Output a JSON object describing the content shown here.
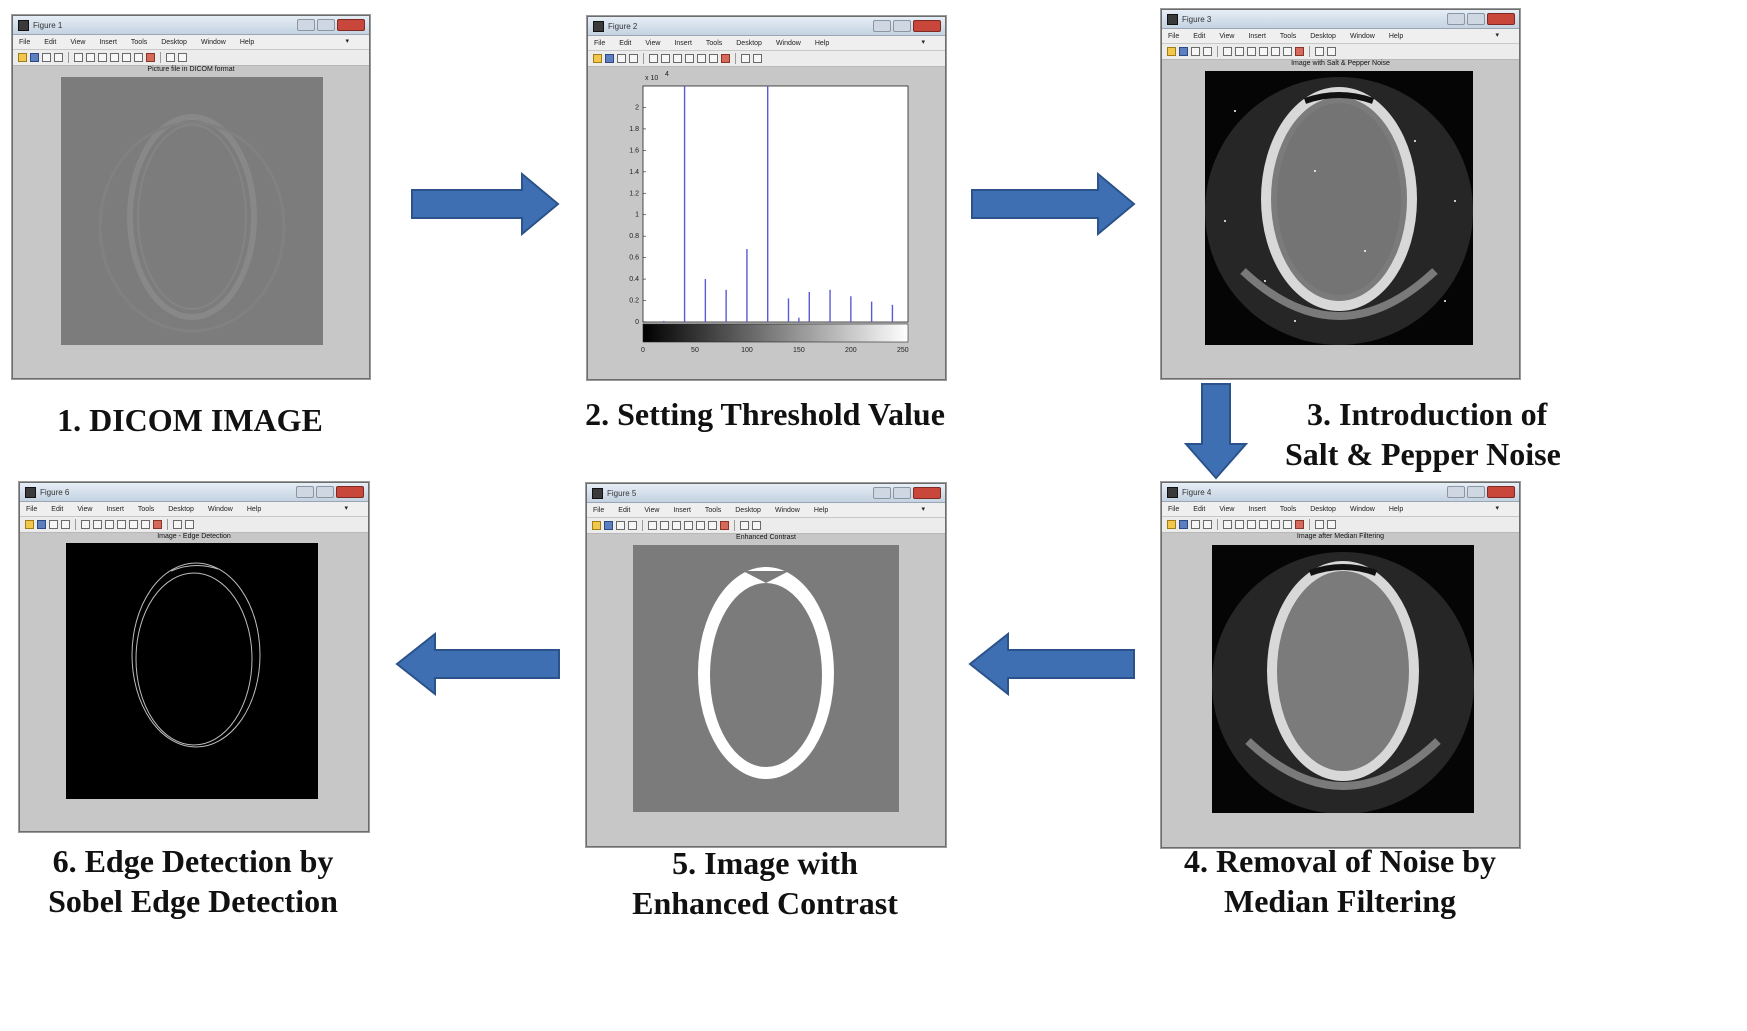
{
  "figures": [
    {
      "window_title": "Figure 1",
      "plot_title": "Picture file in DICOM format",
      "caption_lines": [
        "1. DICOM IMAGE"
      ]
    },
    {
      "window_title": "Figure 2",
      "plot_title": "",
      "caption_lines": [
        "2. Setting Threshold Value"
      ]
    },
    {
      "window_title": "Figure 3",
      "plot_title": "Image with Salt & Pepper Noise",
      "caption_lines": [
        "3. Introduction of",
        "Salt & Pepper Noise"
      ]
    },
    {
      "window_title": "Figure 4",
      "plot_title": "Image after Median Filtering",
      "caption_lines": [
        "4. Removal of Noise by",
        "Median Filtering"
      ]
    },
    {
      "window_title": "Figure 5",
      "plot_title": "Enhanced Contrast",
      "caption_lines": [
        "5. Image with",
        "Enhanced Contrast"
      ]
    },
    {
      "window_title": "Figure 6",
      "plot_title": "Image - Edge Detection",
      "caption_lines": [
        "6. Edge Detection by",
        "Sobel Edge Detection"
      ]
    }
  ],
  "menu_items": [
    "File",
    "Edit",
    "View",
    "Insert",
    "Tools",
    "Desktop",
    "Window",
    "Help"
  ],
  "arrow_color": "#3f6fb3",
  "icons": [
    "figure-icon",
    "new-icon",
    "open-icon",
    "save-icon",
    "print-icon",
    "pointer-icon",
    "zoom-in-icon",
    "zoom-out-icon",
    "pan-icon",
    "rotate-icon",
    "data-cursor-icon",
    "brush-icon",
    "colorbar-icon",
    "legend-icon"
  ],
  "chart_data": {
    "type": "bar",
    "title": "",
    "xlabel": "",
    "ylabel": "",
    "y_multiplier_label": "x 10",
    "y_multiplier_exponent": "4",
    "x_ticks": [
      0,
      50,
      100,
      150,
      200,
      250
    ],
    "y_ticks": [
      0,
      0.2,
      0.4,
      0.6,
      0.8,
      1,
      1.2,
      1.4,
      1.6,
      1.8,
      2
    ],
    "xlim": [
      0,
      255
    ],
    "ylim": [
      0,
      2.2
    ],
    "x": [
      20,
      40,
      60,
      80,
      100,
      120,
      140,
      150,
      160,
      180,
      200,
      220,
      240
    ],
    "values": [
      0.01,
      2.2,
      0.4,
      0.3,
      0.68,
      2.2,
      0.22,
      0.04,
      0.28,
      0.3,
      0.24,
      0.19,
      0.16
    ],
    "grid": false,
    "colorbar": "grayscale"
  }
}
